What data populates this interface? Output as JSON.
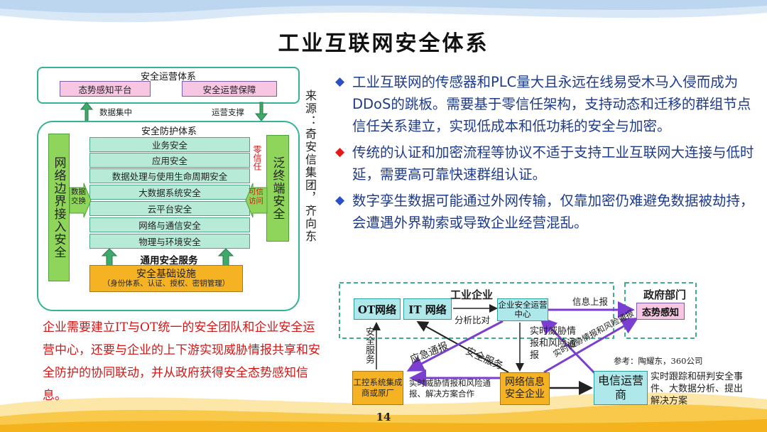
{
  "title": "工业互联网安全体系",
  "arch": {
    "ops_title": "安全运营体系",
    "situational_awareness": "态势感知平台",
    "ops_assurance": "安全运营保障",
    "data_collection": "数据集中",
    "ops_support": "运营支撑",
    "protection_title": "安全防护体系",
    "layers": [
      "业务安全",
      "应用安全",
      "数据处理与使用生命周期安全",
      "大数据系统安全",
      "云平台安全",
      "网络与通信安全",
      "物理与环境安全"
    ],
    "zero_trust": "零信任",
    "network_boundary": "网络边界接入安全",
    "data_exchange": "数据交换",
    "trusted_access": "可信访问",
    "ubiquitous_terminal": "泛终端安全",
    "general_services": "通用安全服务",
    "infra_title": "安全基础设施",
    "infra_sub": "（身份体系、认证、授权、密钥管理）",
    "source": "来源：奇安信集团，齐向东"
  },
  "bullets": [
    "工业互联网的传感器和PLC量大且永远在线易受木马入侵而成为DDoS的跳板。需要基于零信任架构，支持动态和迁移的群组节点信任关系建立，实现低成本和低功耗的安全与加密。",
    "传统的认证和加密流程等协议不适于支持工业互联网大连接与低时延，需要高可靠快速群组认证。",
    "数字孪生数据可能通过外网传输，仅靠加密仍难避免数据被劫持，会遭遇外界勒索或导致企业经营混乱。"
  ],
  "summary": "企业需要建立IT与OT统一的安全团队和企业安全运营中心，还要与企业的上下游实现威胁情报共享和安全防护的协同联动，并从政府获得安全态势感知信息。",
  "flow": {
    "enterprise": "工业企业",
    "government": "政府部门",
    "ot_network": "OT网络",
    "it_network": "IT 网络",
    "analysis": "分析比对",
    "soc": "企业安全运营中心",
    "info_report": "信息上报",
    "gov_awareness": "态势感知",
    "security_service_v": "安全服务",
    "emergency_notice": "应急通报",
    "security_service": "安全服务",
    "realtime_threat": "实时威胁情报和风险通报",
    "threat_to_gov": "实时威胁情报和风险通报",
    "reference": "参考：陶耀东，360公司",
    "ics_integrator": "工控系统集成商或原厂",
    "threat_share": "实时威胁情报和风险通报、解决方案合作",
    "netinfo_enterprise": "网络信息安全企业",
    "telecom_operator": "电信运营商",
    "telecom_desc": "实时跟踪和研判安全事件、大数据分析、提出解决方案"
  },
  "page_number": "14"
}
